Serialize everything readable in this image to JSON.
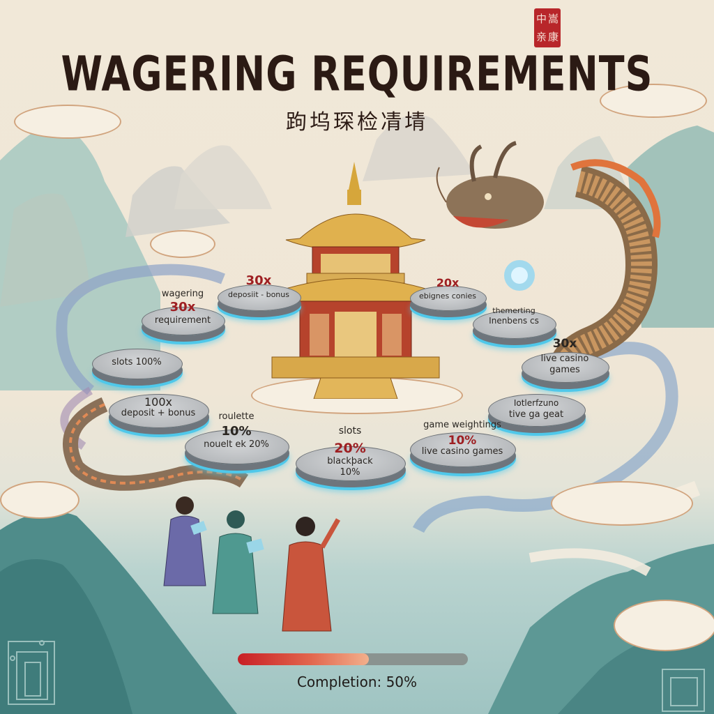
{
  "header": {
    "title": "WAGERING REQUIREMENTS",
    "subtitle": "跔坞琛检凊埥",
    "seal_chars": [
      "中",
      "嵩",
      "亲",
      "康"
    ]
  },
  "discs": [
    {
      "id": "wagering",
      "above": "wagering",
      "multiplier": "30x",
      "multiplier_color": "#9e1f22",
      "label": "requirement"
    },
    {
      "id": "deposit-bonus-top",
      "multiplier": "30x",
      "multiplier_color": "#9e1f22",
      "label": "deposiit - bonus"
    },
    {
      "id": "right-top",
      "multiplier": "20x",
      "multiplier_color": "#9e1f22",
      "label": "ebignes conies"
    },
    {
      "id": "right-mid",
      "label_line1": "themerting",
      "label_line2": "Inenbens cs"
    },
    {
      "id": "slots-100",
      "label": "slots 100%"
    },
    {
      "id": "live-casino-30x",
      "multiplier": "30x",
      "multiplier_color": "#231815",
      "label_line1": "live casino",
      "label_line2": "games"
    },
    {
      "id": "deposit-bonus-100x",
      "multiplier": "100x",
      "multiplier_color": "#231815",
      "label": "deposit + bonus"
    },
    {
      "id": "right-lower",
      "label_line1": "Iotlerfzuno",
      "label_line2": "tive ga geat"
    },
    {
      "id": "roulette",
      "above": "roulette",
      "multiplier": "10%",
      "multiplier_color": "#231815",
      "label": "nouelt ek 20%"
    },
    {
      "id": "slots-blackjack",
      "above": "slots",
      "multiplier": "20%",
      "multiplier_color": "#9e1f22",
      "label_line1": "blackþack",
      "label_line2": "10%"
    },
    {
      "id": "game-weightings",
      "above": "game weightings",
      "multiplier": "10%",
      "multiplier_color": "#9e1f22",
      "label": "live casino games"
    }
  ],
  "progress": {
    "percent": 50,
    "label": "Completion: 50%",
    "fill_start": "#c81f25",
    "fill_end": "#f2b08c",
    "track": "#8a9390"
  },
  "scene": {
    "icons": [
      "pagoda-icon",
      "dragon-icon",
      "glowing-orb-icon",
      "scholar-figures-icon",
      "circuit-pattern-icon",
      "red-seal-icon"
    ]
  }
}
